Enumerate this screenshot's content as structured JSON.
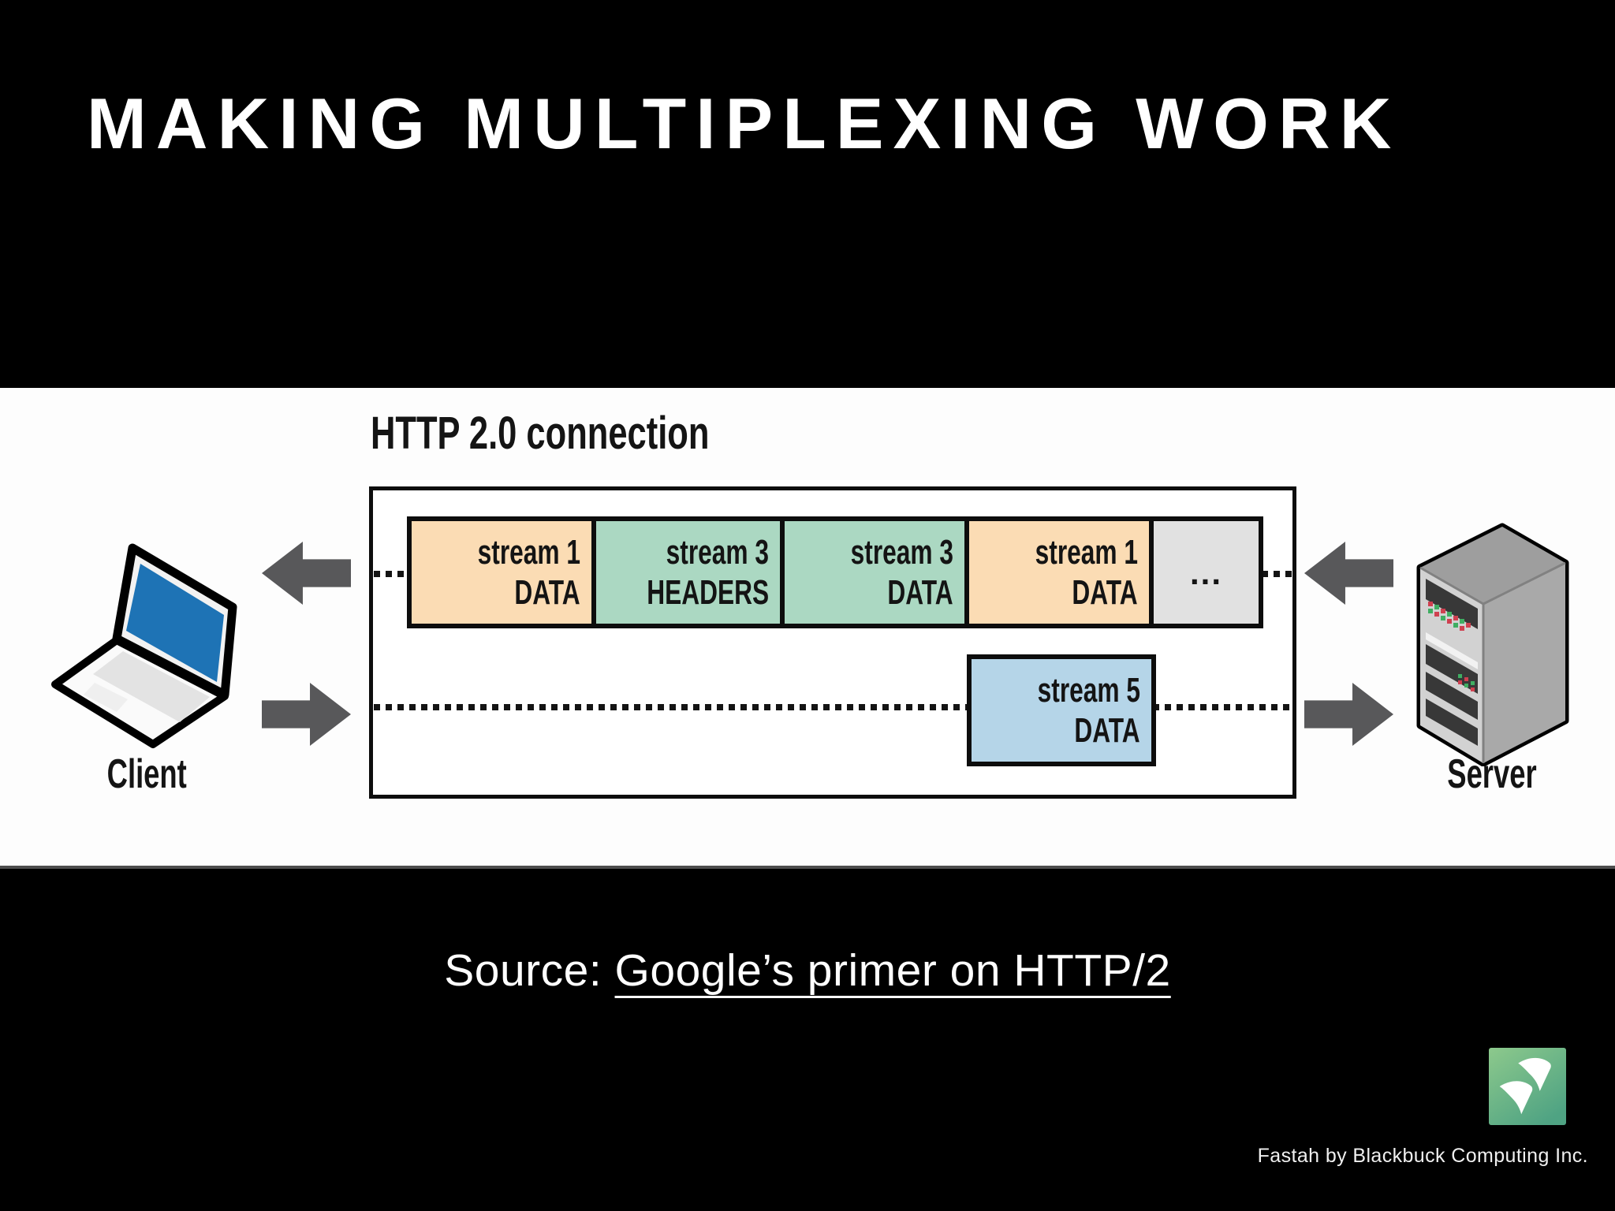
{
  "slide": {
    "title": "MAKING MULTIPLEXING WORK",
    "source": {
      "prefix": "Source: ",
      "link_text": "Google’s primer on HTTP/2"
    },
    "footer_brand": "Fastah by Blackbuck Computing Inc."
  },
  "diagram": {
    "connection_label": "HTTP 2.0 connection",
    "client_label": "Client",
    "server_label": "Server",
    "ellipsis": "...",
    "top_frames": [
      {
        "stream": "stream 1",
        "kind": "DATA",
        "bg": "#fbdcb4"
      },
      {
        "stream": "stream 3",
        "kind": "HEADERS",
        "bg": "#abd8c2"
      },
      {
        "stream": "stream 3",
        "kind": "DATA",
        "bg": "#abd8c2"
      },
      {
        "stream": "stream 1",
        "kind": "DATA",
        "bg": "#fbdcb4"
      }
    ],
    "bottom_frame": {
      "stream": "stream 5",
      "kind": "DATA",
      "bg": "#b5d5e8"
    },
    "colors": {
      "ellipsis_bg": "#e1e1e1",
      "arrow": "#58585a",
      "frame_border": "#0d0d0d",
      "laptop_screen": "#1e73b5",
      "logo_gradient_start": "#8dc98c",
      "logo_gradient_end": "#4fa383"
    }
  }
}
